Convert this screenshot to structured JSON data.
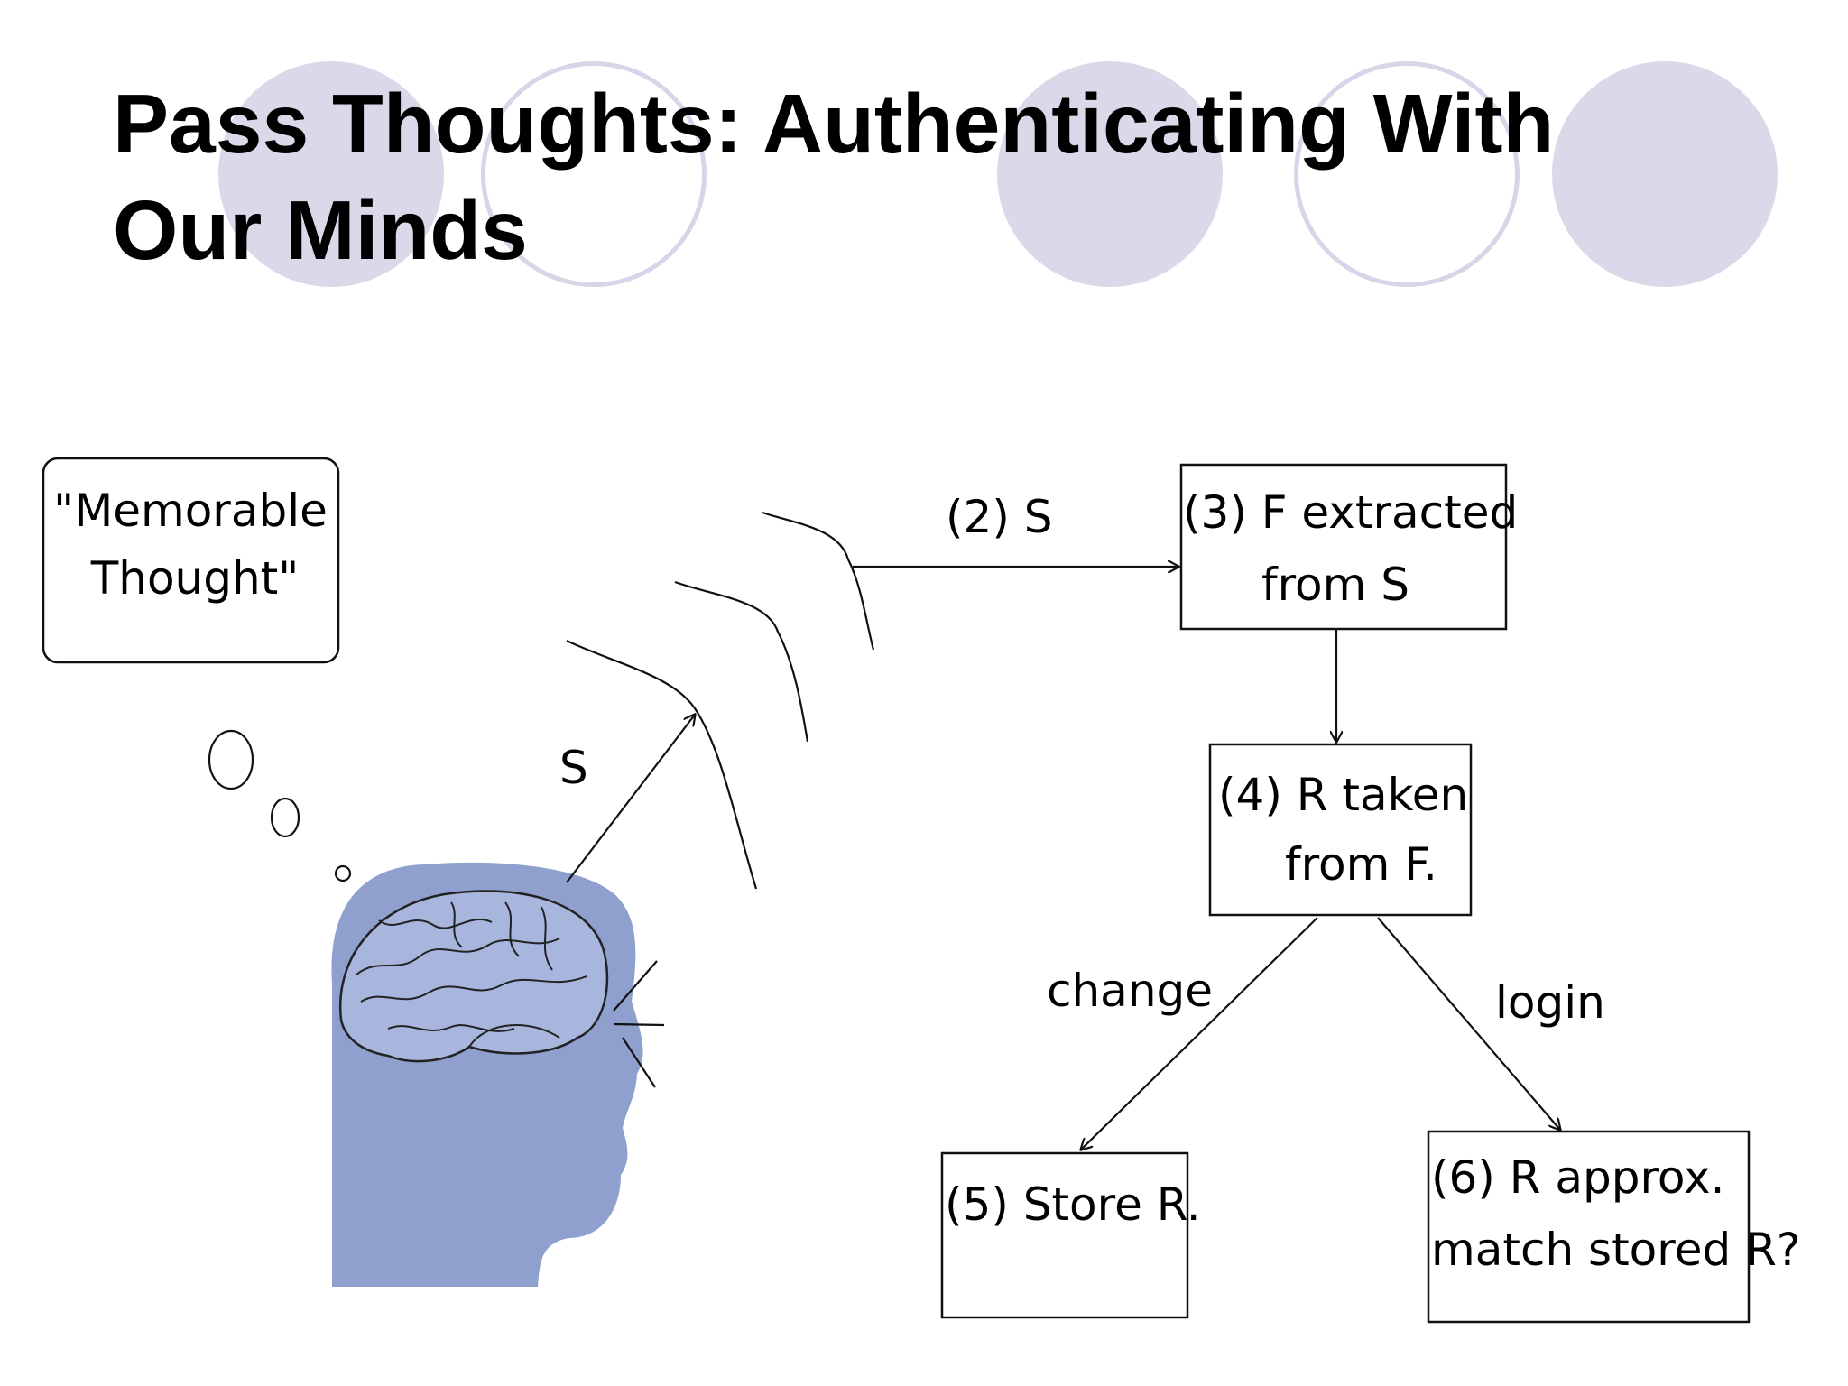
{
  "slide": {
    "title_line1": "Pass Thoughts: Authenticating With",
    "title_line2": "Our Minds"
  },
  "diagram": {
    "thought_bubble": {
      "line1": "\"Memorable",
      "line2": "Thought\""
    },
    "signal_label": "S",
    "transmit_label": "(2) S",
    "step3": {
      "line1": "(3) F extracted",
      "line2": "from S"
    },
    "step4": {
      "line1": "(4) R taken",
      "line2": "from F."
    },
    "change_label": "change",
    "login_label": "login",
    "step5": {
      "line1": "(5) Store R."
    },
    "step6": {
      "line1": "(6) R approx.",
      "line2": "match stored R?"
    }
  },
  "colors": {
    "decor_circle": "#d9d9ea",
    "head": "#8fa0cf",
    "brain": "#a8b6dd"
  },
  "icons": [
    "brain-head-icon"
  ]
}
